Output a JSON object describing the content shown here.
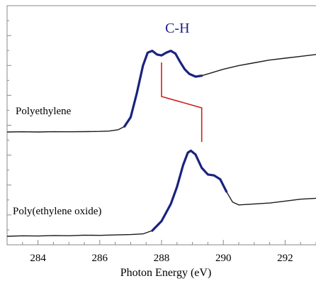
{
  "chart_data": {
    "type": "line",
    "title": "",
    "xlabel": "Photon Energy (eV)",
    "ylabel": "",
    "xlim": [
      283,
      293
    ],
    "x_ticks": [
      284,
      286,
      288,
      290,
      292
    ],
    "y_ticks_visible": false,
    "grid": false,
    "legend": "none",
    "series": [
      {
        "name": "Polyethylene",
        "color": "#1a1a1a",
        "highlight_color": "#1a237e",
        "highlight_range": [
          286.7,
          289.3
        ],
        "points": [
          [
            283.0,
            0.0
          ],
          [
            283.5,
            0.002
          ],
          [
            284.0,
            0.0
          ],
          [
            284.5,
            0.003
          ],
          [
            285.0,
            0.002
          ],
          [
            285.5,
            0.004
          ],
          [
            286.0,
            0.006
          ],
          [
            286.3,
            0.01
          ],
          [
            286.6,
            0.025
          ],
          [
            286.8,
            0.06
          ],
          [
            287.0,
            0.16
          ],
          [
            287.2,
            0.42
          ],
          [
            287.4,
            0.72
          ],
          [
            287.55,
            0.86
          ],
          [
            287.7,
            0.88
          ],
          [
            287.85,
            0.84
          ],
          [
            288.0,
            0.83
          ],
          [
            288.15,
            0.86
          ],
          [
            288.3,
            0.88
          ],
          [
            288.45,
            0.85
          ],
          [
            288.6,
            0.76
          ],
          [
            288.75,
            0.68
          ],
          [
            288.9,
            0.63
          ],
          [
            289.1,
            0.6
          ],
          [
            289.3,
            0.61
          ],
          [
            289.6,
            0.64
          ],
          [
            290.0,
            0.68
          ],
          [
            290.5,
            0.72
          ],
          [
            291.0,
            0.75
          ],
          [
            291.5,
            0.78
          ],
          [
            292.0,
            0.8
          ],
          [
            292.5,
            0.82
          ],
          [
            293.0,
            0.84
          ]
        ]
      },
      {
        "name": "Poly(ethylene oxide)",
        "color": "#1a1a1a",
        "highlight_color": "#1a237e",
        "highlight_range": [
          287.6,
          290.2
        ],
        "points": [
          [
            283.0,
            0.0
          ],
          [
            283.5,
            0.005
          ],
          [
            284.0,
            0.003
          ],
          [
            284.5,
            0.008
          ],
          [
            285.0,
            0.006
          ],
          [
            285.5,
            0.012
          ],
          [
            286.0,
            0.01
          ],
          [
            286.5,
            0.014
          ],
          [
            287.0,
            0.018
          ],
          [
            287.4,
            0.025
          ],
          [
            287.7,
            0.06
          ],
          [
            288.0,
            0.16
          ],
          [
            288.3,
            0.34
          ],
          [
            288.5,
            0.52
          ],
          [
            288.7,
            0.75
          ],
          [
            288.85,
            0.88
          ],
          [
            288.95,
            0.9
          ],
          [
            289.1,
            0.86
          ],
          [
            289.3,
            0.72
          ],
          [
            289.5,
            0.65
          ],
          [
            289.7,
            0.64
          ],
          [
            289.9,
            0.6
          ],
          [
            290.1,
            0.47
          ],
          [
            290.3,
            0.36
          ],
          [
            290.5,
            0.33
          ],
          [
            291.0,
            0.34
          ],
          [
            291.5,
            0.35
          ],
          [
            292.0,
            0.37
          ],
          [
            292.5,
            0.39
          ],
          [
            293.0,
            0.4
          ]
        ]
      }
    ],
    "annotations": [
      {
        "text": "C-H",
        "color": "#1f1f8c",
        "line_color": "#cc2222",
        "marks_x": [
          288.0,
          289.3
        ]
      }
    ]
  }
}
